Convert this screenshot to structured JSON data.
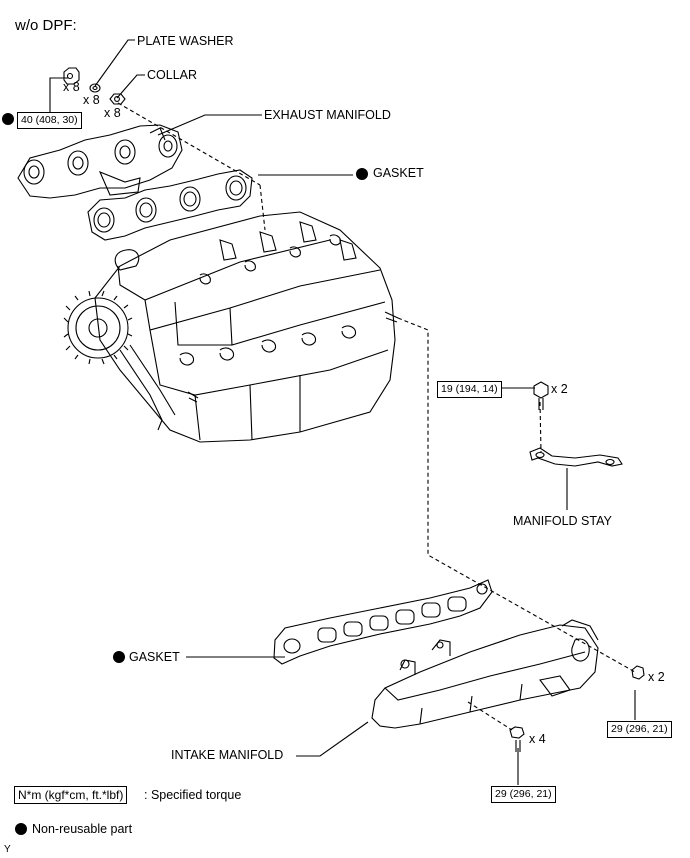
{
  "heading": "w/o DPF:",
  "labels": {
    "plate_washer": "PLATE WASHER",
    "collar": "COLLAR",
    "exhaust_manifold": "EXHAUST MANIFOLD",
    "gasket_upper": "GASKET",
    "manifold_stay": "MANIFOLD STAY",
    "gasket_lower": "GASKET",
    "intake_manifold": "INTAKE MANIFOLD"
  },
  "quantities": {
    "nut_upper": "x 8",
    "plate_washer": "x 8",
    "collar": "x 8",
    "stay_bolt": "x 2",
    "intake_nut": "x 2",
    "intake_bolt": "x 4"
  },
  "torques": {
    "exhaust_nut": "40 (408, 30)",
    "stay_bolt": "19 (194, 14)",
    "intake_nut": "29 (296, 21)",
    "intake_bolt": "29 (296, 21)"
  },
  "legend": {
    "torque_box": "N*m (kgf*cm, ft.*lbf)",
    "torque_text": ": Specified torque",
    "nonreusable_text": "Non-reusable part"
  },
  "corner_mark": "Y"
}
